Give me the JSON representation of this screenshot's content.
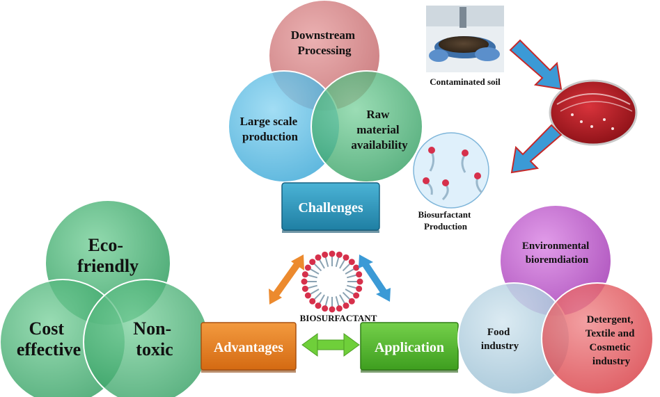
{
  "challenges": {
    "circles": {
      "downstream": [
        "Downstream",
        "Processing"
      ],
      "large_scale": [
        "Large scale",
        "production"
      ],
      "raw_material": [
        "Raw",
        "material",
        "availability"
      ]
    },
    "button": "Challenges"
  },
  "production_flow": {
    "contaminated_soil": "Contaminated soil",
    "biosurfactant_production": [
      "Biosurfactant",
      "Production"
    ]
  },
  "center": {
    "molecule_label": "BIOSURFACTANT"
  },
  "advantages": {
    "circles": {
      "eco_friendly": [
        "Eco-",
        "friendly"
      ],
      "cost_effective": [
        "Cost",
        "effective"
      ],
      "non_toxic": [
        "Non-",
        "toxic"
      ]
    },
    "button": "Advantages"
  },
  "application": {
    "circles": {
      "environmental": [
        "Environmental",
        "bioremdiation"
      ],
      "food": [
        "Food",
        "industry"
      ],
      "detergent": [
        "Detergent,",
        "Textile and",
        "Cosmetic",
        "industry"
      ]
    },
    "button": "Application"
  },
  "colors": {
    "circle_red": "#c46a6d",
    "circle_blue": "#4fb6e0",
    "circle_green": "#3aa86b",
    "circle_purple": "#b04fc0",
    "circle_lightblue": "#9fc4d8",
    "circle_coral": "#e04b50",
    "challenges_button": "#2d93b6",
    "advantages_button": "#e07b1e",
    "application_button": "#55b82f",
    "arrow_blue": "#3b9ad6",
    "arrow_orange": "#ec8a2e",
    "arrow_green": "#6fcf3a",
    "molecule_head": "#d6304b"
  },
  "icons": [
    "petri-dish-soil-photo",
    "petri-dish-culture-photo",
    "micelle-molecule-icon",
    "biosurfactant-molecules-icon"
  ]
}
